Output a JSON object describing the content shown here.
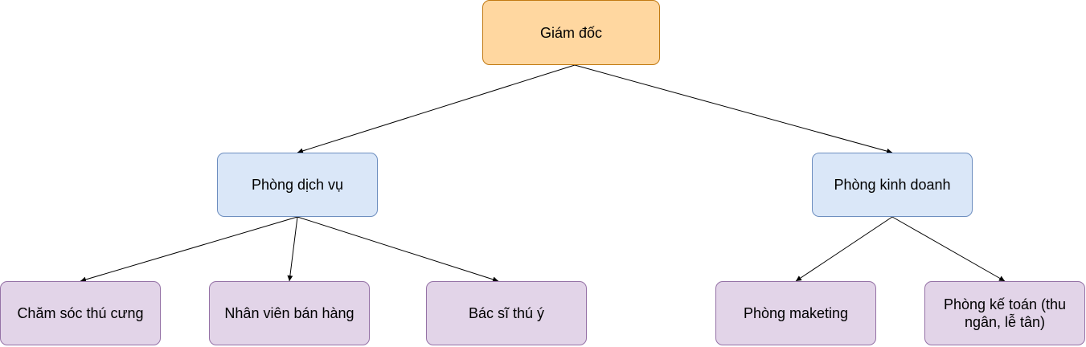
{
  "colors": {
    "orange_fill": "#ffd7a0",
    "orange_border": "#c27a13",
    "blue_fill": "#dae7f8",
    "blue_border": "#6d8ebf",
    "purple_fill": "#e2d4e8",
    "purple_border": "#9572a6",
    "connector": "#000000"
  },
  "nodes": {
    "director": {
      "label": "Giám đốc"
    },
    "service_dept": {
      "label": "Phòng dịch vụ"
    },
    "business_dept": {
      "label": "Phòng kinh doanh"
    },
    "pet_care": {
      "label": "Chăm sóc thú cưng"
    },
    "sales_staff": {
      "label": "Nhân viên bán hàng"
    },
    "veterinarian": {
      "label": "Bác sĩ thú ý"
    },
    "marketing_dept": {
      "label": "Phòng maketing"
    },
    "accounting_dept": {
      "label": "Phòng kế toán (thu ngân, lễ tân)"
    }
  },
  "edges": [
    {
      "from": "director",
      "to": "service_dept"
    },
    {
      "from": "director",
      "to": "business_dept"
    },
    {
      "from": "service_dept",
      "to": "pet_care"
    },
    {
      "from": "service_dept",
      "to": "sales_staff"
    },
    {
      "from": "service_dept",
      "to": "veterinarian"
    },
    {
      "from": "business_dept",
      "to": "marketing_dept"
    },
    {
      "from": "business_dept",
      "to": "accounting_dept"
    }
  ]
}
